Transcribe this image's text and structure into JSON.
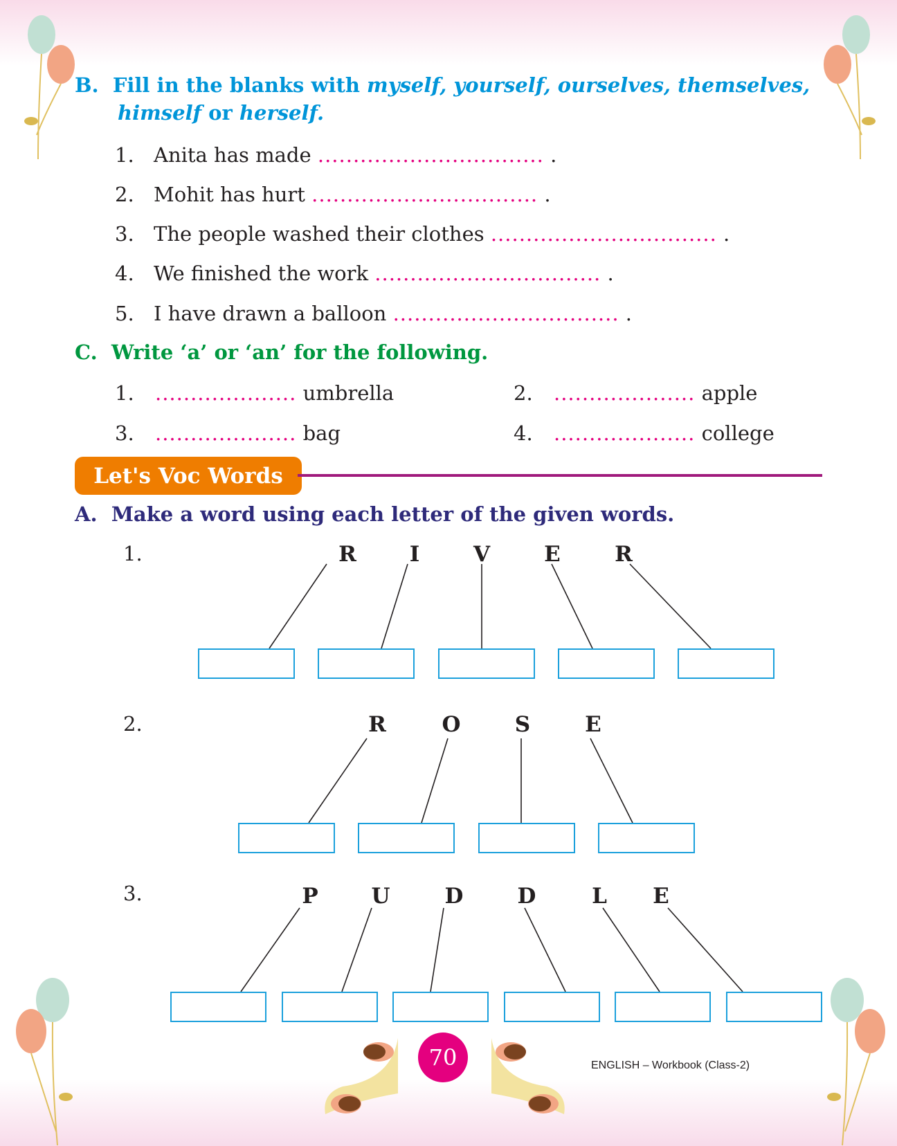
{
  "sectionB": {
    "label": "B.",
    "instruction_prefix": "Fill in the blanks with",
    "options_italic": "myself, yourself, ourselves, themselves,",
    "line2_a": "himself",
    "line2_or": "or",
    "line2_b": "herself.",
    "items": [
      {
        "num": "1.",
        "text": "Anita has made",
        "blank": "................................",
        "end": "."
      },
      {
        "num": "2.",
        "text": "Mohit has hurt",
        "blank": "................................",
        "end": "."
      },
      {
        "num": "3.",
        "text": "The people washed their clothes",
        "blank": "................................",
        "end": "."
      },
      {
        "num": "4.",
        "text": "We finished the work",
        "blank": "................................",
        "end": "."
      },
      {
        "num": "5.",
        "text": "I have drawn a balloon",
        "blank": "................................",
        "end": "."
      }
    ]
  },
  "sectionC": {
    "label": "C.",
    "instruction": "Write ‘a’ or ‘an’ for the following.",
    "items": [
      {
        "num": "1.",
        "blank": "....................",
        "word": "umbrella"
      },
      {
        "num": "2.",
        "blank": "....................",
        "word": "apple"
      },
      {
        "num": "3.",
        "blank": "....................",
        "word": "bag"
      },
      {
        "num": "4.",
        "blank": "....................",
        "word": "college"
      }
    ]
  },
  "banner": {
    "title": "Let's Voc Words"
  },
  "sectionA": {
    "label": "A.",
    "instruction": "Make a word using each letter of the given words.",
    "words": [
      {
        "num": "1.",
        "letters": [
          "R",
          "I",
          "V",
          "E",
          "R"
        ]
      },
      {
        "num": "2.",
        "letters": [
          "R",
          "O",
          "S",
          "E"
        ]
      },
      {
        "num": "3.",
        "letters": [
          "P",
          "U",
          "D",
          "D",
          "L",
          "E"
        ]
      }
    ]
  },
  "footer": {
    "page_number": "70",
    "book": "ENGLISH – Workbook (Class-2)"
  },
  "colors": {
    "heading_b": "#0095d9",
    "heading_c": "#00973f",
    "heading_a": "#2e2a7a",
    "banner": "#ef7d00",
    "rule": "#a0197c",
    "blank_dots": "#e4007f",
    "box_border": "#1ba0dc"
  }
}
